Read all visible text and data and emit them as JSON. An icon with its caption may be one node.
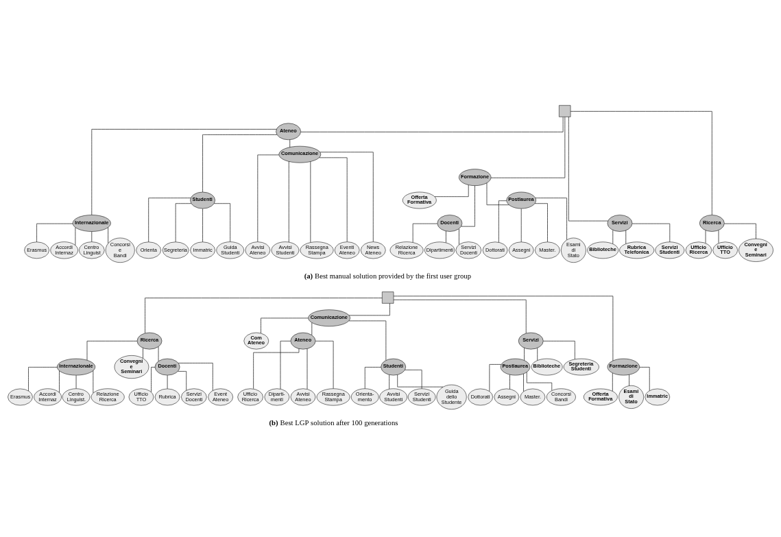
{
  "diagram": {
    "nodes": [
      {
        "text": [],
        "shape": "box"
      },
      {
        "text": [
          "Ateneo"
        ]
      },
      {
        "text": [
          "Formazione"
        ]
      },
      {
        "text": [
          "Servizi"
        ]
      },
      {
        "text": [
          "Ricerca"
        ]
      },
      {
        "text": [
          "Internazionale"
        ]
      },
      {
        "text": [
          "Studenti"
        ]
      },
      {
        "text": [
          "Comunicazione"
        ]
      },
      {
        "text": [
          "Offerta Formativa"
        ]
      },
      {
        "text": [
          "Docenti"
        ]
      },
      {
        "text": [
          "Postlaurea"
        ]
      },
      {
        "text": [
          "Biblioteche"
        ]
      },
      {
        "text": [
          "Rubrica Telefonica"
        ]
      },
      {
        "text": [
          "Servizi Studenti"
        ]
      },
      {
        "text": [
          "Ufficio Ricerca"
        ]
      },
      {
        "text": [
          "Ufficio TTO"
        ]
      },
      {
        "text": [
          "Convegni e Seminari"
        ]
      },
      {
        "text": [
          "Erasmus"
        ]
      },
      {
        "text": [
          "Accordi Internaz"
        ]
      },
      {
        "text": [
          "Centro Linguist"
        ]
      },
      {
        "text": [
          "Concorsi e Bandi"
        ]
      },
      {
        "text": [
          "Orienta"
        ]
      },
      {
        "text": [
          "Segreteria"
        ]
      },
      {
        "text": [
          "Immatric"
        ]
      },
      {
        "text": [
          "Guida Studenti"
        ]
      },
      {
        "text": [
          "Avvisi Ateneo"
        ]
      },
      {
        "text": [
          "Avvisi Studenti"
        ]
      },
      {
        "text": [
          "Rassegna Stampa"
        ]
      },
      {
        "text": [
          "Eventi Ateneo"
        ]
      },
      {
        "text": [
          "News Ateneo"
        ]
      },
      {
        "text": [
          "Relazione Ricerca"
        ]
      },
      {
        "text": [
          "Dipartimenti"
        ]
      },
      {
        "text": [
          "Servizi Docenti"
        ]
      },
      {
        "text": [
          "Dottorati"
        ]
      },
      {
        "text": [
          "Assegni"
        ]
      },
      {
        "text": [
          "Master."
        ]
      },
      {
        "text": [
          "Esami di Stato"
        ]
      },
      {
        "text": [],
        "shape": "box"
      },
      {
        "text": [
          "Ricerca"
        ]
      },
      {
        "text": [
          "Comunicazione"
        ]
      },
      {
        "text": [
          "Servizi"
        ]
      },
      {
        "text": [
          "Formazione"
        ]
      },
      {
        "text": [
          "Internazionale"
        ]
      },
      {
        "text": [
          "Convegni e Seminari"
        ]
      },
      {
        "text": [
          "Docenti"
        ]
      },
      {
        "text": [
          "Com Ateneo"
        ]
      },
      {
        "text": [
          "Ateneo"
        ]
      },
      {
        "text": [
          "Studenti"
        ]
      },
      {
        "text": [
          "Postlaurea"
        ]
      },
      {
        "text": [
          "Biblioteche"
        ]
      },
      {
        "text": [
          "Segreteria Studenti"
        ]
      },
      {
        "text": [
          "Offerta Formativa"
        ]
      },
      {
        "text": [
          "Esami di Stato"
        ]
      },
      {
        "text": [
          "Immatric"
        ]
      },
      {
        "text": [
          "Erasmus"
        ]
      },
      {
        "text": [
          "Accordi Internaz"
        ]
      },
      {
        "text": [
          "Centro Linguist."
        ]
      },
      {
        "text": [
          "Relazione Ricerca"
        ]
      },
      {
        "text": [
          "Ufficio TTO"
        ]
      },
      {
        "text": [
          "Rubrica"
        ]
      },
      {
        "text": [
          "Servizi Docenti"
        ]
      },
      {
        "text": [
          "Event Ateneo"
        ]
      },
      {
        "text": [
          "Orienta- mento"
        ]
      },
      {
        "text": [
          "Avvisi Studenti"
        ]
      },
      {
        "text": [
          "Servizi Studenti"
        ]
      },
      {
        "text": [
          "Guida dello Studente"
        ]
      },
      {
        "text": [
          "Dottorati"
        ]
      },
      {
        "text": [
          "Assegni"
        ]
      },
      {
        "text": [
          "Master."
        ]
      },
      {
        "text": [
          "Concorsi Bandi"
        ]
      },
      {
        "text": [
          "Ufficio Ricerca"
        ]
      },
      {
        "text": [
          "Diparti- menti"
        ]
      },
      {
        "text": [
          "Avvisi Ateneo"
        ]
      },
      {
        "text": [
          "Rassegna Stampa"
        ]
      }
    ],
    "edges": [
      {
        "from": 0,
        "to": 1,
        "arrow": "none"
      },
      {
        "from": 0,
        "to": 2,
        "arrow": "none"
      },
      {
        "from": 0,
        "to": 3,
        "arrow": "none"
      },
      {
        "from": 0,
        "to": 4,
        "arrow": "none"
      },
      {
        "from": 1,
        "to": 5,
        "arrow": "none"
      },
      {
        "from": 1,
        "to": 6,
        "arrow": "none"
      },
      {
        "from": 1,
        "to": 7,
        "arrow": "none"
      },
      {
        "from": 2,
        "to": 8,
        "arrow": "none"
      },
      {
        "from": 2,
        "to": 9,
        "arrow": "none"
      },
      {
        "from": 2,
        "to": 10,
        "arrow": "none"
      },
      {
        "from": 3,
        "to": 11,
        "arrow": "none"
      },
      {
        "from": 3,
        "to": 12,
        "arrow": "none"
      },
      {
        "from": 3,
        "to": 13,
        "arrow": "none"
      },
      {
        "from": 4,
        "to": 14,
        "arrow": "none"
      },
      {
        "from": 4,
        "to": 15,
        "arrow": "none"
      },
      {
        "from": 4,
        "to": 16,
        "arrow": "none"
      },
      {
        "from": 5,
        "to": 17,
        "arrow": "none"
      },
      {
        "from": 5,
        "to": 18,
        "arrow": "none"
      },
      {
        "from": 5,
        "to": 19,
        "arrow": "none"
      },
      {
        "from": 5,
        "to": 20,
        "arrow": "none"
      },
      {
        "from": 6,
        "to": 21,
        "arrow": "none"
      },
      {
        "from": 6,
        "to": 22,
        "arrow": "none"
      },
      {
        "from": 6,
        "to": 23,
        "arrow": "none"
      },
      {
        "from": 6,
        "to": 24,
        "arrow": "none"
      },
      {
        "from": 7,
        "to": 25,
        "arrow": "none"
      },
      {
        "from": 7,
        "to": 26,
        "arrow": "none"
      },
      {
        "from": 7,
        "to": 27,
        "arrow": "none"
      },
      {
        "from": 7,
        "to": 28,
        "arrow": "none"
      },
      {
        "from": 7,
        "to": 29,
        "arrow": "none"
      },
      {
        "from": 9,
        "to": 30,
        "arrow": "none"
      },
      {
        "from": 9,
        "to": 31,
        "arrow": "none"
      },
      {
        "from": 9,
        "to": 32,
        "arrow": "none"
      },
      {
        "from": 10,
        "to": 33,
        "arrow": "none"
      },
      {
        "from": 10,
        "to": 34,
        "arrow": "none"
      },
      {
        "from": 10,
        "to": 35,
        "arrow": "none"
      },
      {
        "from": 10,
        "to": 36,
        "arrow": "none"
      },
      {
        "from": 37,
        "to": 38,
        "arrow": "none"
      },
      {
        "from": 37,
        "to": 39,
        "arrow": "none"
      },
      {
        "from": 37,
        "to": 40,
        "arrow": "none"
      },
      {
        "from": 37,
        "to": 41,
        "arrow": "none"
      },
      {
        "from": 38,
        "to": 42,
        "arrow": "none"
      },
      {
        "from": 38,
        "to": 43,
        "arrow": "none"
      },
      {
        "from": 38,
        "to": 44,
        "arrow": "none"
      },
      {
        "from": 39,
        "to": 45,
        "arrow": "none"
      },
      {
        "from": 39,
        "to": 46,
        "arrow": "none"
      },
      {
        "from": 39,
        "to": 47,
        "arrow": "none"
      },
      {
        "from": 40,
        "to": 48,
        "arrow": "none"
      },
      {
        "from": 40,
        "to": 49,
        "arrow": "none"
      },
      {
        "from": 40,
        "to": 50,
        "arrow": "none"
      },
      {
        "from": 41,
        "to": 51,
        "arrow": "none"
      },
      {
        "from": 41,
        "to": 52,
        "arrow": "none"
      },
      {
        "from": 41,
        "to": 53,
        "arrow": "none"
      },
      {
        "from": 42,
        "to": 54,
        "arrow": "none"
      },
      {
        "from": 42,
        "to": 55,
        "arrow": "none"
      },
      {
        "from": 42,
        "to": 56,
        "arrow": "none"
      },
      {
        "from": 42,
        "to": 57,
        "arrow": "none"
      },
      {
        "from": 44,
        "to": 58,
        "arrow": "none"
      },
      {
        "from": 44,
        "to": 59,
        "arrow": "none"
      },
      {
        "from": 44,
        "to": 60,
        "arrow": "none"
      },
      {
        "from": 44,
        "to": 61,
        "arrow": "none"
      },
      {
        "from": 47,
        "to": 62,
        "arrow": "none"
      },
      {
        "from": 47,
        "to": 63,
        "arrow": "none"
      },
      {
        "from": 47,
        "to": 64,
        "arrow": "none"
      },
      {
        "from": 47,
        "to": 65,
        "arrow": "none"
      },
      {
        "from": 48,
        "to": 66,
        "arrow": "none"
      },
      {
        "from": 48,
        "to": 67,
        "arrow": "none"
      },
      {
        "from": 48,
        "to": 68,
        "arrow": "none"
      },
      {
        "from": 48,
        "to": 69,
        "arrow": "none"
      },
      {
        "from": 46,
        "to": 70,
        "arrow": "none"
      },
      {
        "from": 46,
        "to": 71,
        "arrow": "none"
      },
      {
        "from": 46,
        "to": 72,
        "arrow": "none"
      },
      {
        "from": 46,
        "to": 73,
        "arrow": "none"
      }
    ],
    "labels": [
      "**(a)** Best manual solution provided by the first user group",
      "**(b)** Best LGP solution after 100 generations"
    ]
  }
}
